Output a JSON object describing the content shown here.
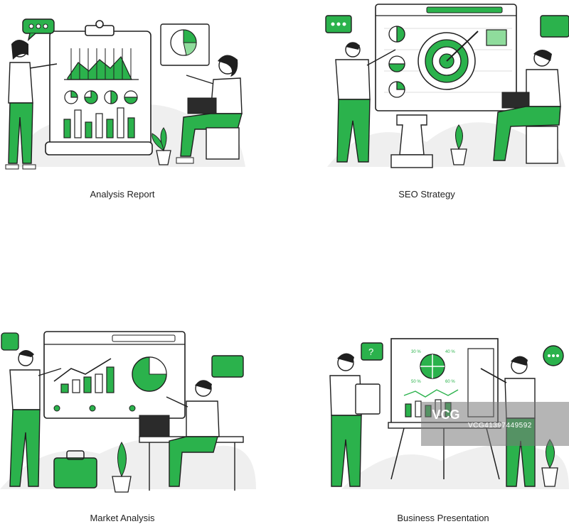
{
  "panels": [
    {
      "caption": "Analysis Report"
    },
    {
      "caption": "SEO Strategy"
    },
    {
      "caption": "Market Analysis"
    },
    {
      "caption": "Business Presentation"
    }
  ],
  "board_labels": {
    "p1": "30 %",
    "p2": "40 %",
    "p3": "50 %",
    "p4": "60 %"
  },
  "question_mark": "?",
  "watermark": {
    "logo": "VCG",
    "id": "VCG41397449592"
  },
  "colors": {
    "accent": "#2bb24c",
    "accent_light": "#8fdc9c",
    "stroke": "#1f1f1f",
    "ground": "#eeeeee"
  }
}
